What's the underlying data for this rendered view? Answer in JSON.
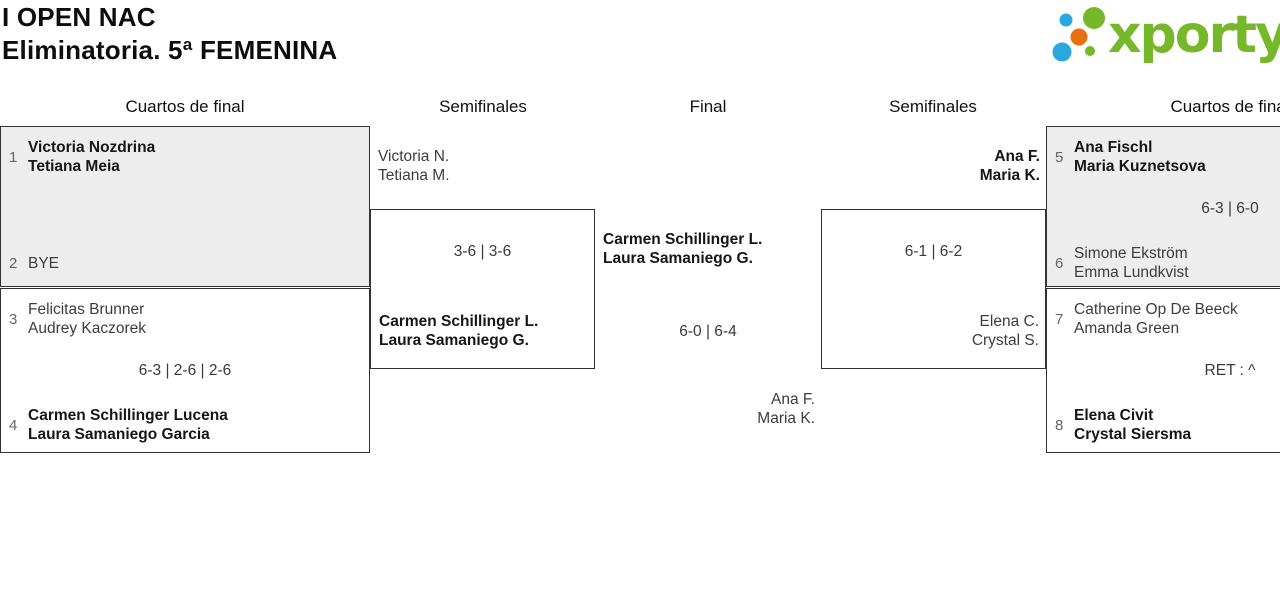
{
  "header": {
    "title_line1": "I OPEN NAC",
    "title_line2": "Eliminatoria. 5ª FEMENINA",
    "logo_text": "xporty"
  },
  "colors": {
    "logo_green": "#76b82a",
    "logo_blue": "#29a8e0",
    "logo_orange": "#e8710f",
    "box_gray": "#ededed",
    "border": "#333333"
  },
  "round_headers": [
    "Cuartos de final",
    "Semifinales",
    "Final",
    "Semifinales",
    "Cuartos de final"
  ],
  "bracket": {
    "qf_left_top": {
      "seed1": "1",
      "team1": [
        "Victoria Nozdrina",
        "Tetiana Meia"
      ],
      "score": "",
      "seed2": "2",
      "team2": [
        "BYE"
      ]
    },
    "qf_left_bottom": {
      "seed1": "3",
      "team1": [
        "Felicitas Brunner",
        "Audrey Kaczorek"
      ],
      "score": "6-3 | 2-6 | 2-6",
      "seed2": "4",
      "team2": [
        "Carmen Schillinger Lucena",
        "Laura Samaniego Garcia"
      ]
    },
    "sf_left": {
      "team1": [
        "Victoria N.",
        "Tetiana M."
      ],
      "score": "3-6 | 3-6",
      "team2": [
        "Carmen Schillinger L.",
        "Laura Samaniego G."
      ]
    },
    "final": {
      "team1": [
        "Carmen Schillinger L.",
        "Laura Samaniego G."
      ],
      "score": "6-0 | 6-4",
      "winner": [
        "Ana F.",
        "Maria K."
      ]
    },
    "sf_right": {
      "team1": [
        "Ana F.",
        "Maria K."
      ],
      "score": "6-1 | 6-2",
      "team2": [
        "Elena C.",
        "Crystal S."
      ]
    },
    "qf_right_top": {
      "seed1": "5",
      "team1": [
        "Ana Fischl",
        "Maria Kuznetsova"
      ],
      "score": "6-3 | 6-0",
      "seed2": "6",
      "team2": [
        "Simone Ekström",
        "Emma Lundkvist"
      ]
    },
    "qf_right_bottom": {
      "seed1": "7",
      "team1": [
        "Catherine Op De Beeck",
        "Amanda Green"
      ],
      "score": "RET : ^",
      "seed2": "8",
      "team2": [
        "Elena Civit",
        "Crystal Siersma"
      ]
    }
  }
}
